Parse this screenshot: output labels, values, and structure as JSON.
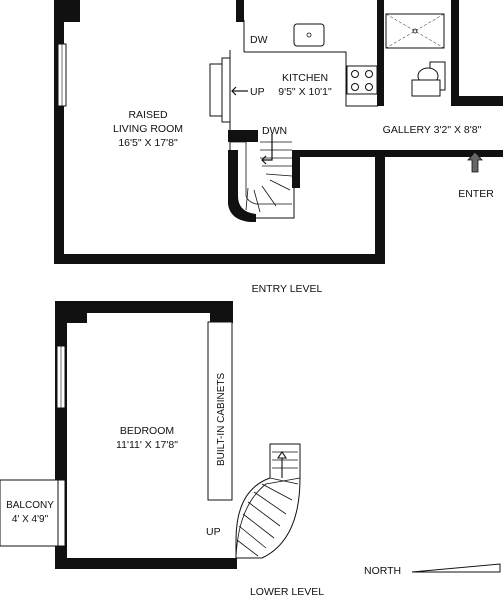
{
  "entry_level": {
    "label": "ENTRY LEVEL",
    "living_room": {
      "name_line1": "RAISED",
      "name_line2": "LIVING ROOM",
      "dims": "16'5\" X 17'8\""
    },
    "kitchen": {
      "name": "KITCHEN",
      "dims": "9'5\" X 10'1\"",
      "dw_label": "DW"
    },
    "gallery": {
      "label": "GALLERY 3'2\" X 8'8\""
    },
    "stairs_up_label": "UP",
    "stairs_down_label": "DWN",
    "enter_label": "ENTER"
  },
  "lower_level": {
    "label": "LOWER LEVEL",
    "bedroom": {
      "name": "BEDROOM",
      "dims": "11'11' X 17'8\""
    },
    "cabinets_label": "BUILT-IN CABINETS",
    "balcony": {
      "name": "BALCONY",
      "dims": "4' X 4'9\""
    },
    "stairs_up_label": "UP"
  },
  "north_label": "NORTH",
  "colors": {
    "wall": "#111111",
    "background": "#ffffff"
  }
}
